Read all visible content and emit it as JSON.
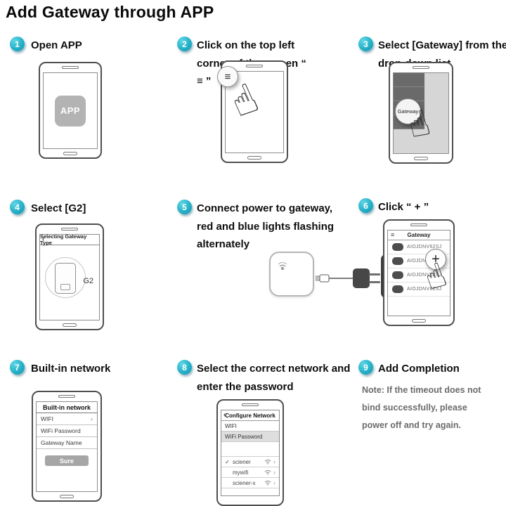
{
  "title": "Add Gateway through APP",
  "steps": {
    "s1": {
      "num": "1",
      "label": "Open APP"
    },
    "s2": {
      "num": "2",
      "label": "Click on the top left corner of the screen “ ≡ ”"
    },
    "s3": {
      "num": "3",
      "label": "Select [Gateway] from the drop-down list"
    },
    "s4": {
      "num": "4",
      "label": "Select [G2]"
    },
    "s5": {
      "num": "5",
      "label": "Connect power to gateway, red and blue lights flashing alternately"
    },
    "s6": {
      "num": "6",
      "label": "Click “ + ”"
    },
    "s7": {
      "num": "7",
      "label": "Built-in network"
    },
    "s8": {
      "num": "8",
      "label": "Select the correct network and enter the password"
    },
    "s9": {
      "num": "9",
      "label": "Add Completion"
    }
  },
  "hand_icon": "☝",
  "phone1": {
    "app_icon_label": "APP"
  },
  "phone2": {
    "menu_icon": "≡"
  },
  "phone3": {
    "gateway_label": "Gateway"
  },
  "phone4": {
    "back": "‹",
    "header": "Selecting Gateway Type",
    "device_label": "G2"
  },
  "phone6": {
    "menu_icon": "≡",
    "header": "Gateway",
    "plus": "+",
    "items": [
      "AIOJDNV62SJ",
      "AIOJDNV62SJ",
      "AIOJDNV62SJ",
      "AIOJDNV62SJ"
    ]
  },
  "phone7": {
    "header": "Built-in network",
    "rows": [
      {
        "label": "WIFI",
        "chevron": "›"
      },
      {
        "label": "WiFi Password",
        "chevron": ""
      },
      {
        "label": "Gateway Name",
        "chevron": ""
      }
    ],
    "button": "Sure"
  },
  "phone8": {
    "back": "‹",
    "header": "Configure Network",
    "rows": [
      "WIFI",
      "WiFi Password"
    ],
    "chevron": "›",
    "networks": [
      {
        "check": "✓",
        "name": "sciener"
      },
      {
        "check": "",
        "name": "mywifi"
      },
      {
        "check": "",
        "name": "sciener-x"
      }
    ]
  },
  "note": {
    "lines": [
      "Note: If the timeout does not",
      "bind successfully, please",
      "power off and try again."
    ]
  }
}
